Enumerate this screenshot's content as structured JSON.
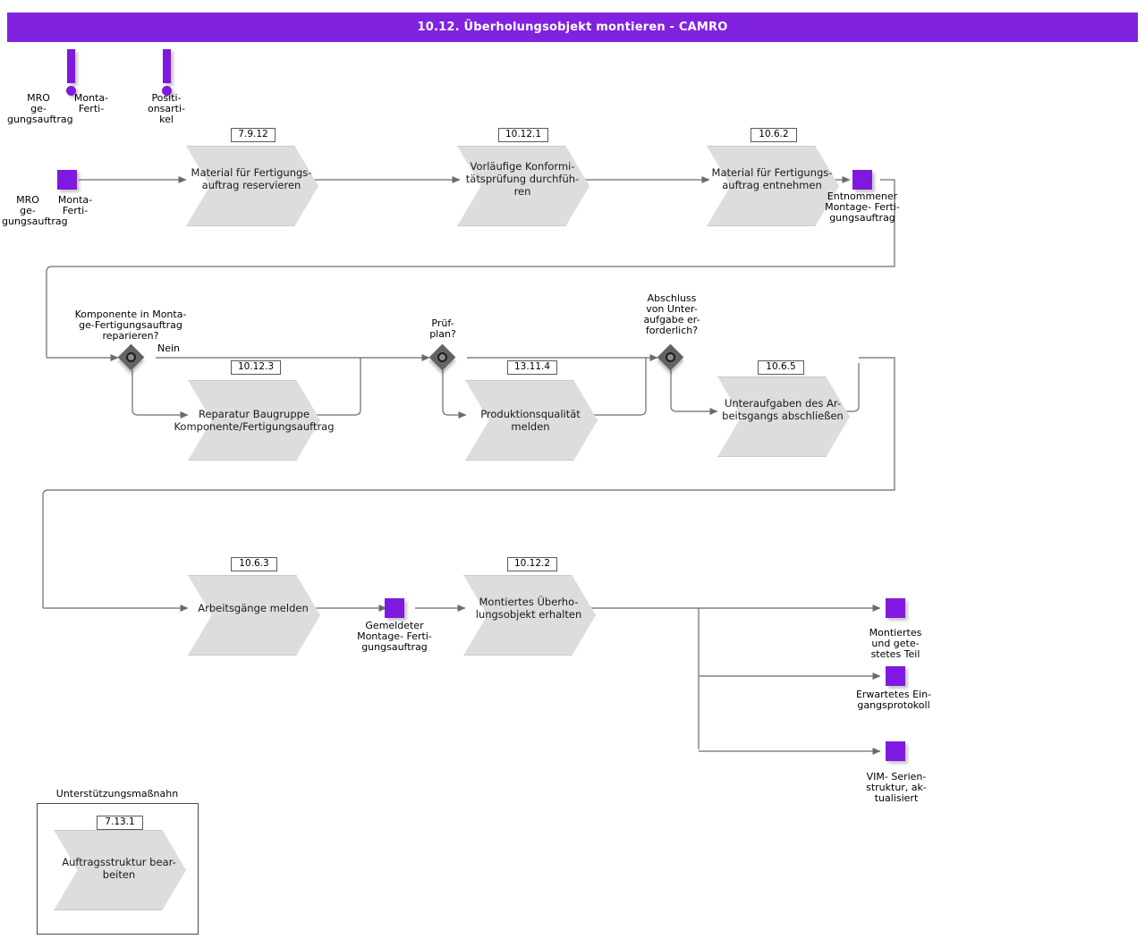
{
  "header": {
    "title": "10.12. Überholungsobjekt montieren - CAMRO"
  },
  "colors": {
    "brand_purple": "#8019df",
    "titlebar_purple": "#8022e0",
    "process_fill": "#dddddd",
    "decision_fill": "#636363",
    "line": "#6b6b6b"
  },
  "triggers": [
    {
      "name": "trigger-montage-fertigungsauftrag",
      "label": "MRO\nge-\ngungsauftrag"
    },
    {
      "name": "trigger-montage-fertigungsauftrag-2",
      "label": "Monta-\nFerti-"
    },
    {
      "name": "trigger-positionsartikel",
      "label": "Positi-\nonsarti-\nkel"
    }
  ],
  "events": [
    {
      "name": "event-mro-montage-fertigungsauftrag",
      "label": "MRO\nge-\ngungsauftrag"
    },
    {
      "name": "event-mro-montage-fertigungsauftrag-2",
      "label": "Monta-\nFerti-"
    },
    {
      "name": "event-entnommener-montage-fertigungsauftrag",
      "label": "Entnommener\nMontage-  Ferti-\ngungsauftrag"
    },
    {
      "name": "event-gemeldeter-montage-fertigungsauftrag",
      "label": "Gemeldeter\nMontage-  Ferti-\ngungsauftrag"
    },
    {
      "name": "event-montiertes-und-getestetes-teil",
      "label": "Montiertes\nund gete-\nstetes Teil"
    },
    {
      "name": "event-erwartetes-eingangsprotokoll",
      "label": "Erwartetes   Ein-\ngangsprotokoll"
    },
    {
      "name": "event-vim-serienstruktur-aktualisiert",
      "label": "VIM-  Serien-\nstruktur,  ak-\ntualisiert"
    }
  ],
  "processes": [
    {
      "name": "process-material-reservieren",
      "number": "7.9.12",
      "label": "Material für Fertigungs-\nauftrag reservieren"
    },
    {
      "name": "process-vorlaeufige-konformitaetspruefung",
      "number": "10.12.1",
      "label": "Vorläufige Konformi-\ntätsprüfung durchfüh-\nren"
    },
    {
      "name": "process-material-entnehmen",
      "number": "10.6.2",
      "label": "Material für Fertigungs-\nauftrag entnehmen"
    },
    {
      "name": "process-reparatur-baugruppe",
      "number": "10.12.3",
      "label": "Reparatur Baugruppe\nKomponente/Fertigungsauftrag"
    },
    {
      "name": "process-produktionsqualitaet-melden",
      "number": "13.11.4",
      "label": "Produktionsqualität\nmelden"
    },
    {
      "name": "process-unteraufgaben-abschliessen",
      "number": "10.6.5",
      "label": "Unteraufgaben des Ar-\nbeitsgangs abschließen"
    },
    {
      "name": "process-arbeitsgaenge-melden",
      "number": "10.6.3",
      "label": "Arbeitsgänge melden"
    },
    {
      "name": "process-montiertes-ueberholungsobjekt-erhalten",
      "number": "10.12.2",
      "label": "Montiertes Überho-\nlungsobjekt erhalten"
    },
    {
      "name": "process-auftragsstruktur-bearbeiten",
      "number": "7.13.1",
      "label": "Auftragsstruktur bear-\nbeiten"
    }
  ],
  "decisions": [
    {
      "name": "decision-komponente-reparieren",
      "label": "Komponente in Monta-\nge-Fertigungsauftrag\nreparieren?",
      "branch_label": "Nein"
    },
    {
      "name": "decision-pruefplan",
      "label": "Prüf-\nplan?",
      "branch_label": ""
    },
    {
      "name": "decision-abschluss-unteraufgabe",
      "label": "Abschluss\nvon  Unter-\naufgabe  er-\nforderlich?",
      "branch_label": ""
    }
  ],
  "containers": [
    {
      "name": "container-unterstuetzungsmassnahme",
      "title": "Unterstützungsmaßnahn"
    }
  ]
}
